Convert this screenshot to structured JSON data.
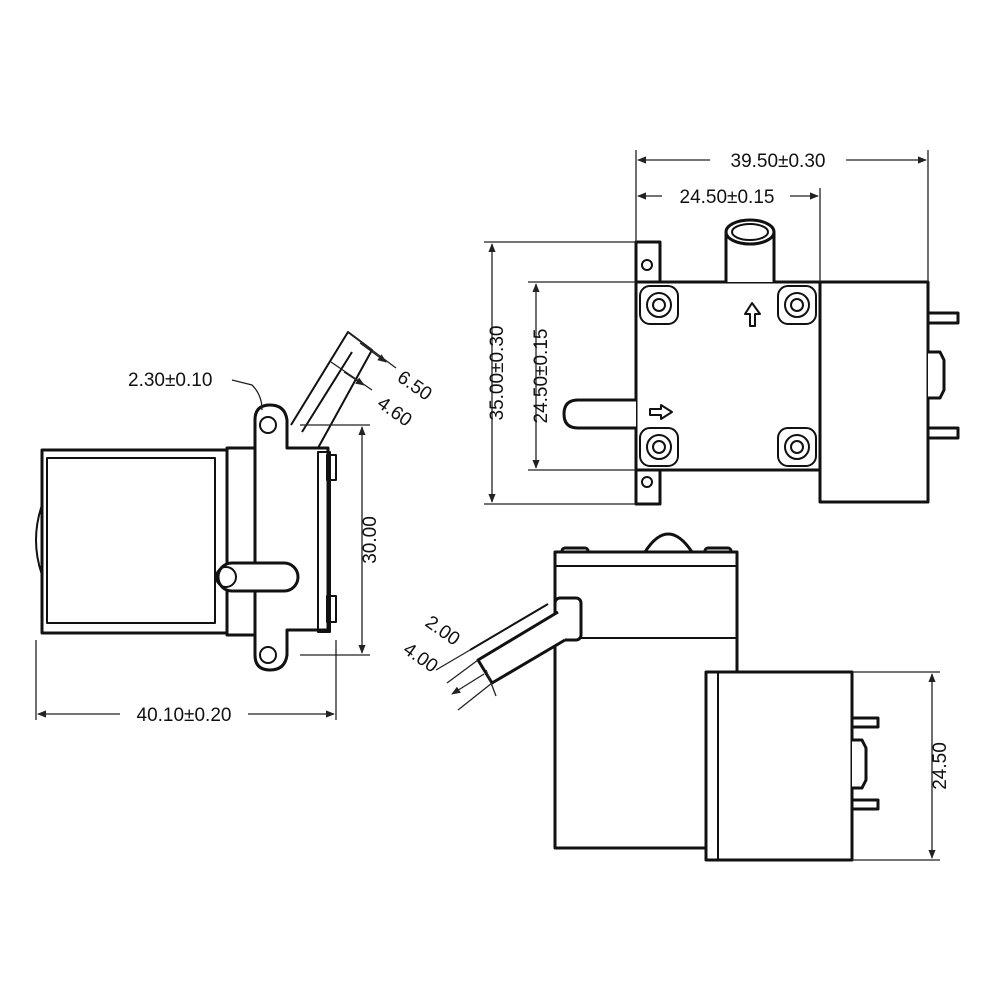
{
  "drawing": {
    "stroke_color": "#111111",
    "background": "#ffffff",
    "left_view": {
      "hole_diameter": "2.30±0.10",
      "outlet_outer": "6.50",
      "outlet_inner": "4.60",
      "height": "30.00",
      "length": "40.10±0.20"
    },
    "top_view": {
      "overall_width": "39.50±0.30",
      "hole_spacing_x": "24.50±0.15",
      "overall_height": "35.00±0.30",
      "hole_spacing_y": "24.50±0.15"
    },
    "bottom_view": {
      "tube_inner": "2.00",
      "tube_outer": "4.00",
      "motor_width": "24.50"
    }
  }
}
